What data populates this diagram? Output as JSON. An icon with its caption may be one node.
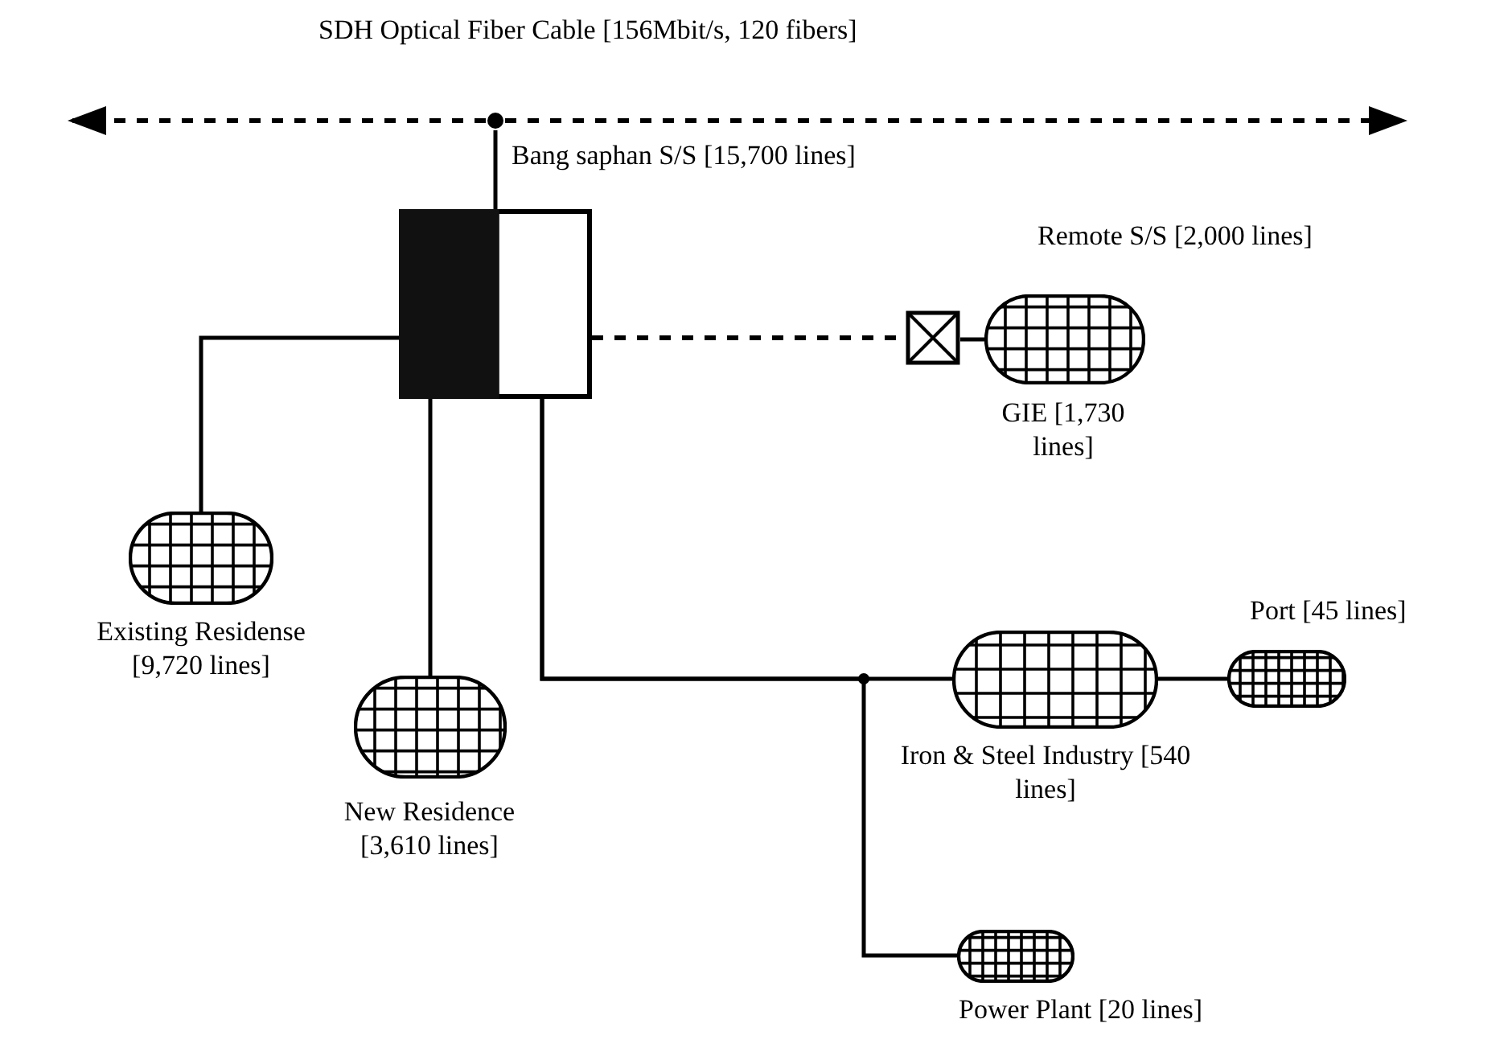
{
  "diagram": {
    "nodes": [
      {
        "text": [],
        "shape": "circle"
      },
      {
        "text": [
          "Bang saphan S/S [15,700 lines]"
        ]
      },
      {
        "text": [],
        "shape": "box"
      },
      {
        "text": [
          "Remote S/S [2,000 lines]",
          "GIE [1,730 lines]"
        ]
      },
      {
        "text": [
          "Existing Residense [9,720 lines]"
        ]
      },
      {
        "text": [
          "New Residence [3,610 lines]"
        ]
      },
      {
        "text": [
          "Iron & Steel Industry [540 lines]"
        ]
      },
      {
        "text": [
          "Port [45 lines]"
        ]
      },
      {
        "text": [
          "Power Plant [20 lines]"
        ]
      }
    ],
    "edges": [
      {
        "from": 0,
        "to": null,
        "arrow": "to",
        "style": "dashed"
      },
      {
        "from": 0,
        "to": null,
        "arrow": "to",
        "style": "dashed"
      },
      {
        "from": 0,
        "to": 1,
        "arrow": "none"
      },
      {
        "from": 1,
        "to": 2,
        "arrow": "none",
        "style": "dashed"
      },
      {
        "from": 2,
        "to": 3,
        "arrow": "none"
      },
      {
        "from": 1,
        "to": 4,
        "arrow": "none"
      },
      {
        "from": 1,
        "to": 5,
        "arrow": "none"
      },
      {
        "from": 1,
        "to": 6,
        "arrow": "none"
      },
      {
        "from": 1,
        "to": 8,
        "arrow": "none"
      },
      {
        "from": 6,
        "to": 7,
        "arrow": "none"
      }
    ],
    "labels": [
      "SDH Optical Fiber Cable [156Mbit/s, 120 fibers]"
    ]
  }
}
